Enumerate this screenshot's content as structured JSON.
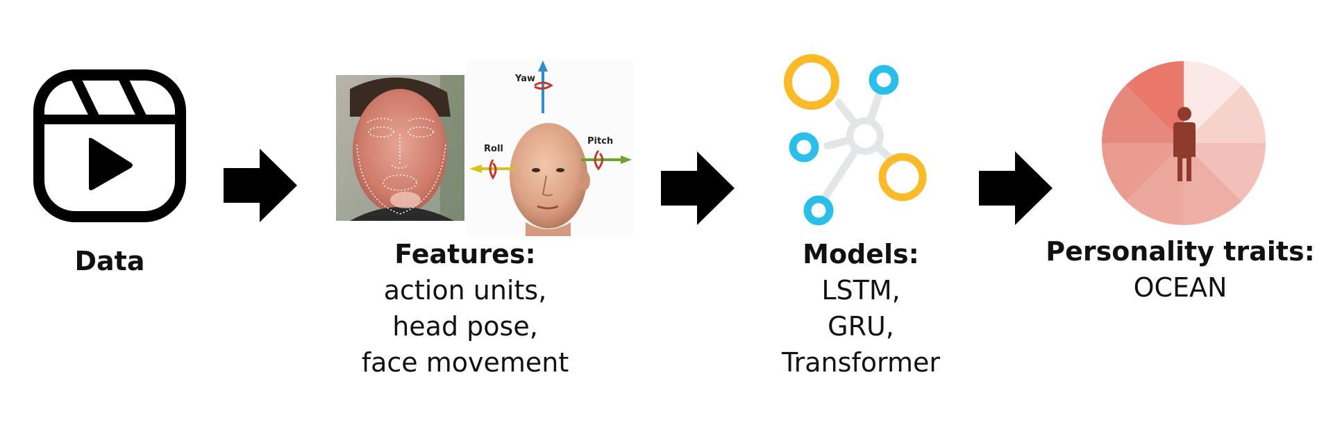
{
  "stages": [
    {
      "id": "data",
      "icon": "video-reel-icon",
      "title": "Data",
      "lines": []
    },
    {
      "id": "features",
      "icon": "face-landmarks-headpose-image",
      "title": "Features:",
      "lines": [
        "action units,",
        "head pose,",
        "face movement"
      ],
      "image_labels": {
        "yaw": "Yaw",
        "roll": "Roll",
        "pitch": "Pitch"
      }
    },
    {
      "id": "models",
      "icon": "network-nodes-icon",
      "title": "Models:",
      "lines": [
        "LSTM,",
        "GRU,",
        "Transformer"
      ]
    },
    {
      "id": "personality",
      "icon": "person-pie-icon",
      "title": "Personality traits:",
      "lines": [
        "OCEAN"
      ]
    }
  ],
  "colors": {
    "arrow": "#000000",
    "ring_yellow": "#FBBB29",
    "node_blue": "#29BFEA",
    "connector_gray": "#E3E6E6",
    "pie_shades": [
      "#E9786A",
      "#FAE9E7",
      "#F6D2CD",
      "#F2C0B9",
      "#EEAFA6",
      "#EDA89E",
      "#EA9C90",
      "#E6897D"
    ],
    "person": "#8E3A2D"
  }
}
